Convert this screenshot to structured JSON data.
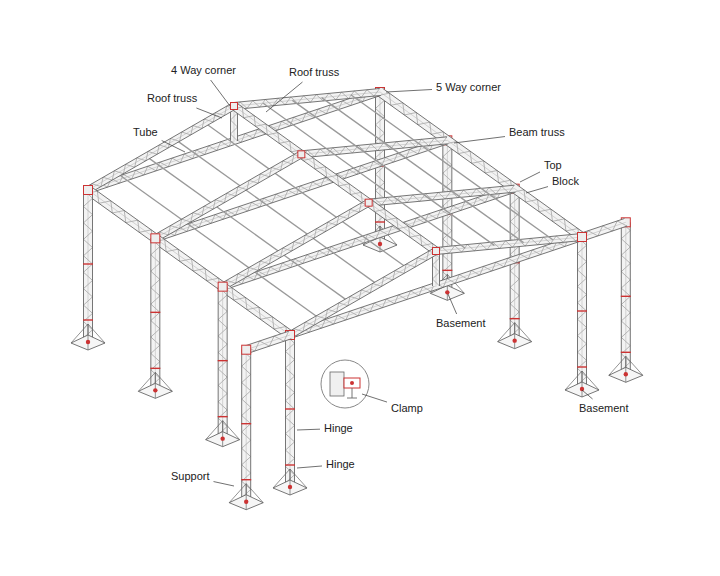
{
  "diagram": {
    "labels": [
      "4 Way corner",
      "Roof truss",
      "5 Way corner",
      "Roof truss",
      "Tube",
      "Beam truss",
      "Top",
      "Block",
      "Basement",
      "Clamp",
      "Basement",
      "Hinge",
      "Hinge",
      "Support"
    ]
  }
}
